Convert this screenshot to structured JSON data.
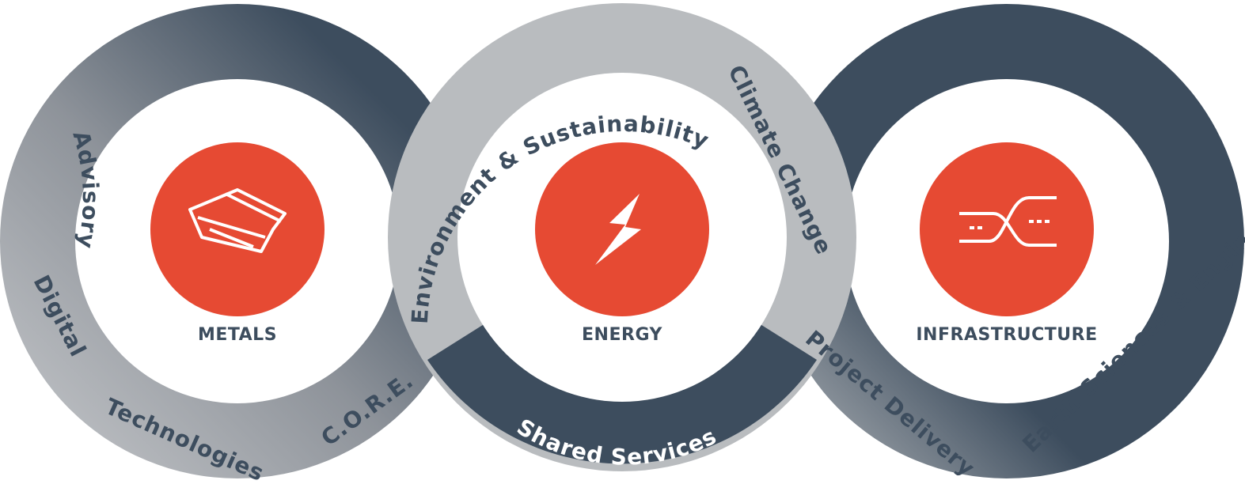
{
  "colors": {
    "dark_ring": "#3d4d5e",
    "light_ring": "#b9bcbf",
    "mid_ring": "#8e939a",
    "accent": "#e64a33",
    "label": "#3d4d5e",
    "ring_text_on_light": "#3d4d5e",
    "ring_text_on_dark": "#ffffff"
  },
  "sectors": [
    {
      "label": "METALS",
      "icon": "steel-beams-icon"
    },
    {
      "label": "ENERGY",
      "icon": "lightning-bolt-icon"
    },
    {
      "label": "INFRASTRUCTURE",
      "icon": "highway-interchange-icon"
    }
  ],
  "ring_labels": {
    "advisory": "Advisory",
    "digital": "Digital",
    "technologies": "Technologies",
    "core": "C.O.R.E.",
    "environment": "Environment & Sustainability",
    "climate": "Climate Change",
    "shared": "Shared Services",
    "project": "Project Delivery",
    "earth": "Earth Sciences & Engineering"
  }
}
